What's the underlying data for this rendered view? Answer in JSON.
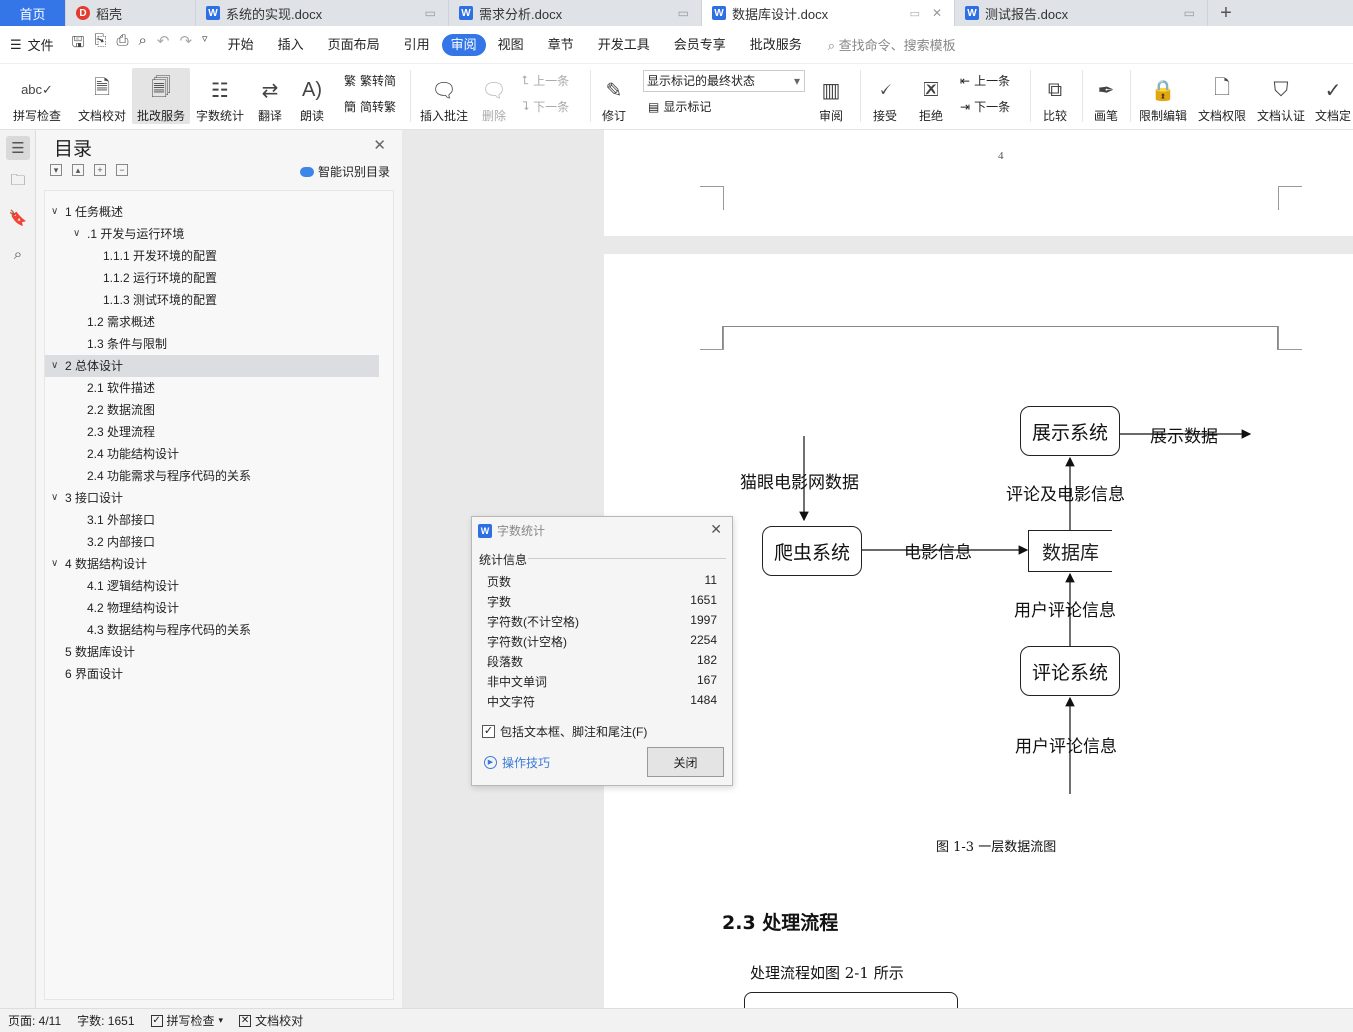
{
  "tabs": [
    {
      "label": "首页",
      "icon": "home"
    },
    {
      "label": "稻壳",
      "icon": "docer-icon"
    },
    {
      "label": "系统的实现.docx",
      "icon": "word-doc-icon"
    },
    {
      "label": "需求分析.docx",
      "icon": "word-doc-icon"
    },
    {
      "label": "数据库设计.docx",
      "icon": "word-doc-icon",
      "active": true
    },
    {
      "label": "测试报告.docx",
      "icon": "word-doc-icon"
    }
  ],
  "menu": {
    "file": "文件",
    "items": [
      "开始",
      "插入",
      "页面布局",
      "引用",
      "审阅",
      "视图",
      "章节",
      "开发工具",
      "会员专享",
      "批改服务"
    ],
    "active": "审阅",
    "search_placeholder": "查找命令、搜索模板"
  },
  "ribbon": {
    "spell": "拼写检查",
    "proofread": "文档校对",
    "correction": "批改服务",
    "wordcount": "字数统计",
    "translate": "翻译",
    "read": "朗读",
    "trad": "繁转简",
    "simp": "简转繁",
    "insert_comment": "插入批注",
    "delete": "删除",
    "prev": "上一条",
    "next": "下一条",
    "revise": "修订",
    "markup_state": "显示标记的最终状态",
    "show_markup": "显示标记",
    "review": "审阅",
    "accept": "接受",
    "reject": "拒绝",
    "prev2": "上一条",
    "next2": "下一条",
    "compare": "比较",
    "pen": "画笔",
    "restrict": "限制编辑",
    "permission": "文档权限",
    "certify": "文档认证",
    "finalize": "文档定"
  },
  "toc": {
    "title": "目录",
    "smart": "智能识别目录",
    "items": [
      {
        "label": "1 任务概述",
        "level": 1,
        "expand": true
      },
      {
        "label": ".1 开发与运行环境",
        "level": 2,
        "expand": true
      },
      {
        "label": "1.1.1 开发环境的配置",
        "level": 3
      },
      {
        "label": "1.1.2 运行环境的配置",
        "level": 3
      },
      {
        "label": "1.1.3 测试环境的配置",
        "level": 3
      },
      {
        "label": "1.2 需求概述",
        "level": 2
      },
      {
        "label": "1.3 条件与限制",
        "level": 2
      },
      {
        "label": "2 总体设计",
        "level": 1,
        "expand": true,
        "selected": true
      },
      {
        "label": "2.1 软件描述",
        "level": 2
      },
      {
        "label": "2.2 数据流图",
        "level": 2
      },
      {
        "label": "2.3 处理流程",
        "level": 2
      },
      {
        "label": "2.4 功能结构设计",
        "level": 2
      },
      {
        "label": "2.4 功能需求与程序代码的关系",
        "level": 2
      },
      {
        "label": "3 接口设计",
        "level": 1,
        "expand": true
      },
      {
        "label": "3.1 外部接口",
        "level": 2
      },
      {
        "label": "3.2 内部接口",
        "level": 2
      },
      {
        "label": "4 数据结构设计",
        "level": 1,
        "expand": true
      },
      {
        "label": "4.1 逻辑结构设计",
        "level": 2
      },
      {
        "label": "4.2 物理结构设计",
        "level": 2
      },
      {
        "label": "4.3 数据结构与程序代码的关系",
        "level": 2
      },
      {
        "label": "5 数据库设计",
        "level": 1
      },
      {
        "label": "6 界面设计",
        "level": 1
      }
    ]
  },
  "document": {
    "page_number": "4",
    "diagram": {
      "display_system": "展示系统",
      "display_data": "展示数据",
      "maoyan_data": "猫眼电影网数据",
      "comments_movie_info": "评论及电影信息",
      "crawler": "爬虫系统",
      "movie_info": "电影信息",
      "database": "数据库",
      "user_comments_1": "用户评论信息",
      "comment_system": "评论系统",
      "user_comments_2": "用户评论信息"
    },
    "caption": "图 1-3  一层数据流图",
    "heading": "2.3 处理流程",
    "body": "处理流程如图 2-1 所示"
  },
  "dialog": {
    "title": "字数统计",
    "section": "统计信息",
    "rows": [
      {
        "label": "页数",
        "value": "11"
      },
      {
        "label": "字数",
        "value": "1651"
      },
      {
        "label": "字符数(不计空格)",
        "value": "1997"
      },
      {
        "label": "字符数(计空格)",
        "value": "2254"
      },
      {
        "label": "段落数",
        "value": "182"
      },
      {
        "label": "非中文单词",
        "value": "167"
      },
      {
        "label": "中文字符",
        "value": "1484"
      }
    ],
    "checkbox": "包括文本框、脚注和尾注(F)",
    "checked": true,
    "tips": "操作技巧",
    "close": "关闭"
  },
  "status": {
    "page": "页面: 4/11",
    "words": "字数: 1651",
    "spell": "拼写检查",
    "proof": "文档校对"
  }
}
